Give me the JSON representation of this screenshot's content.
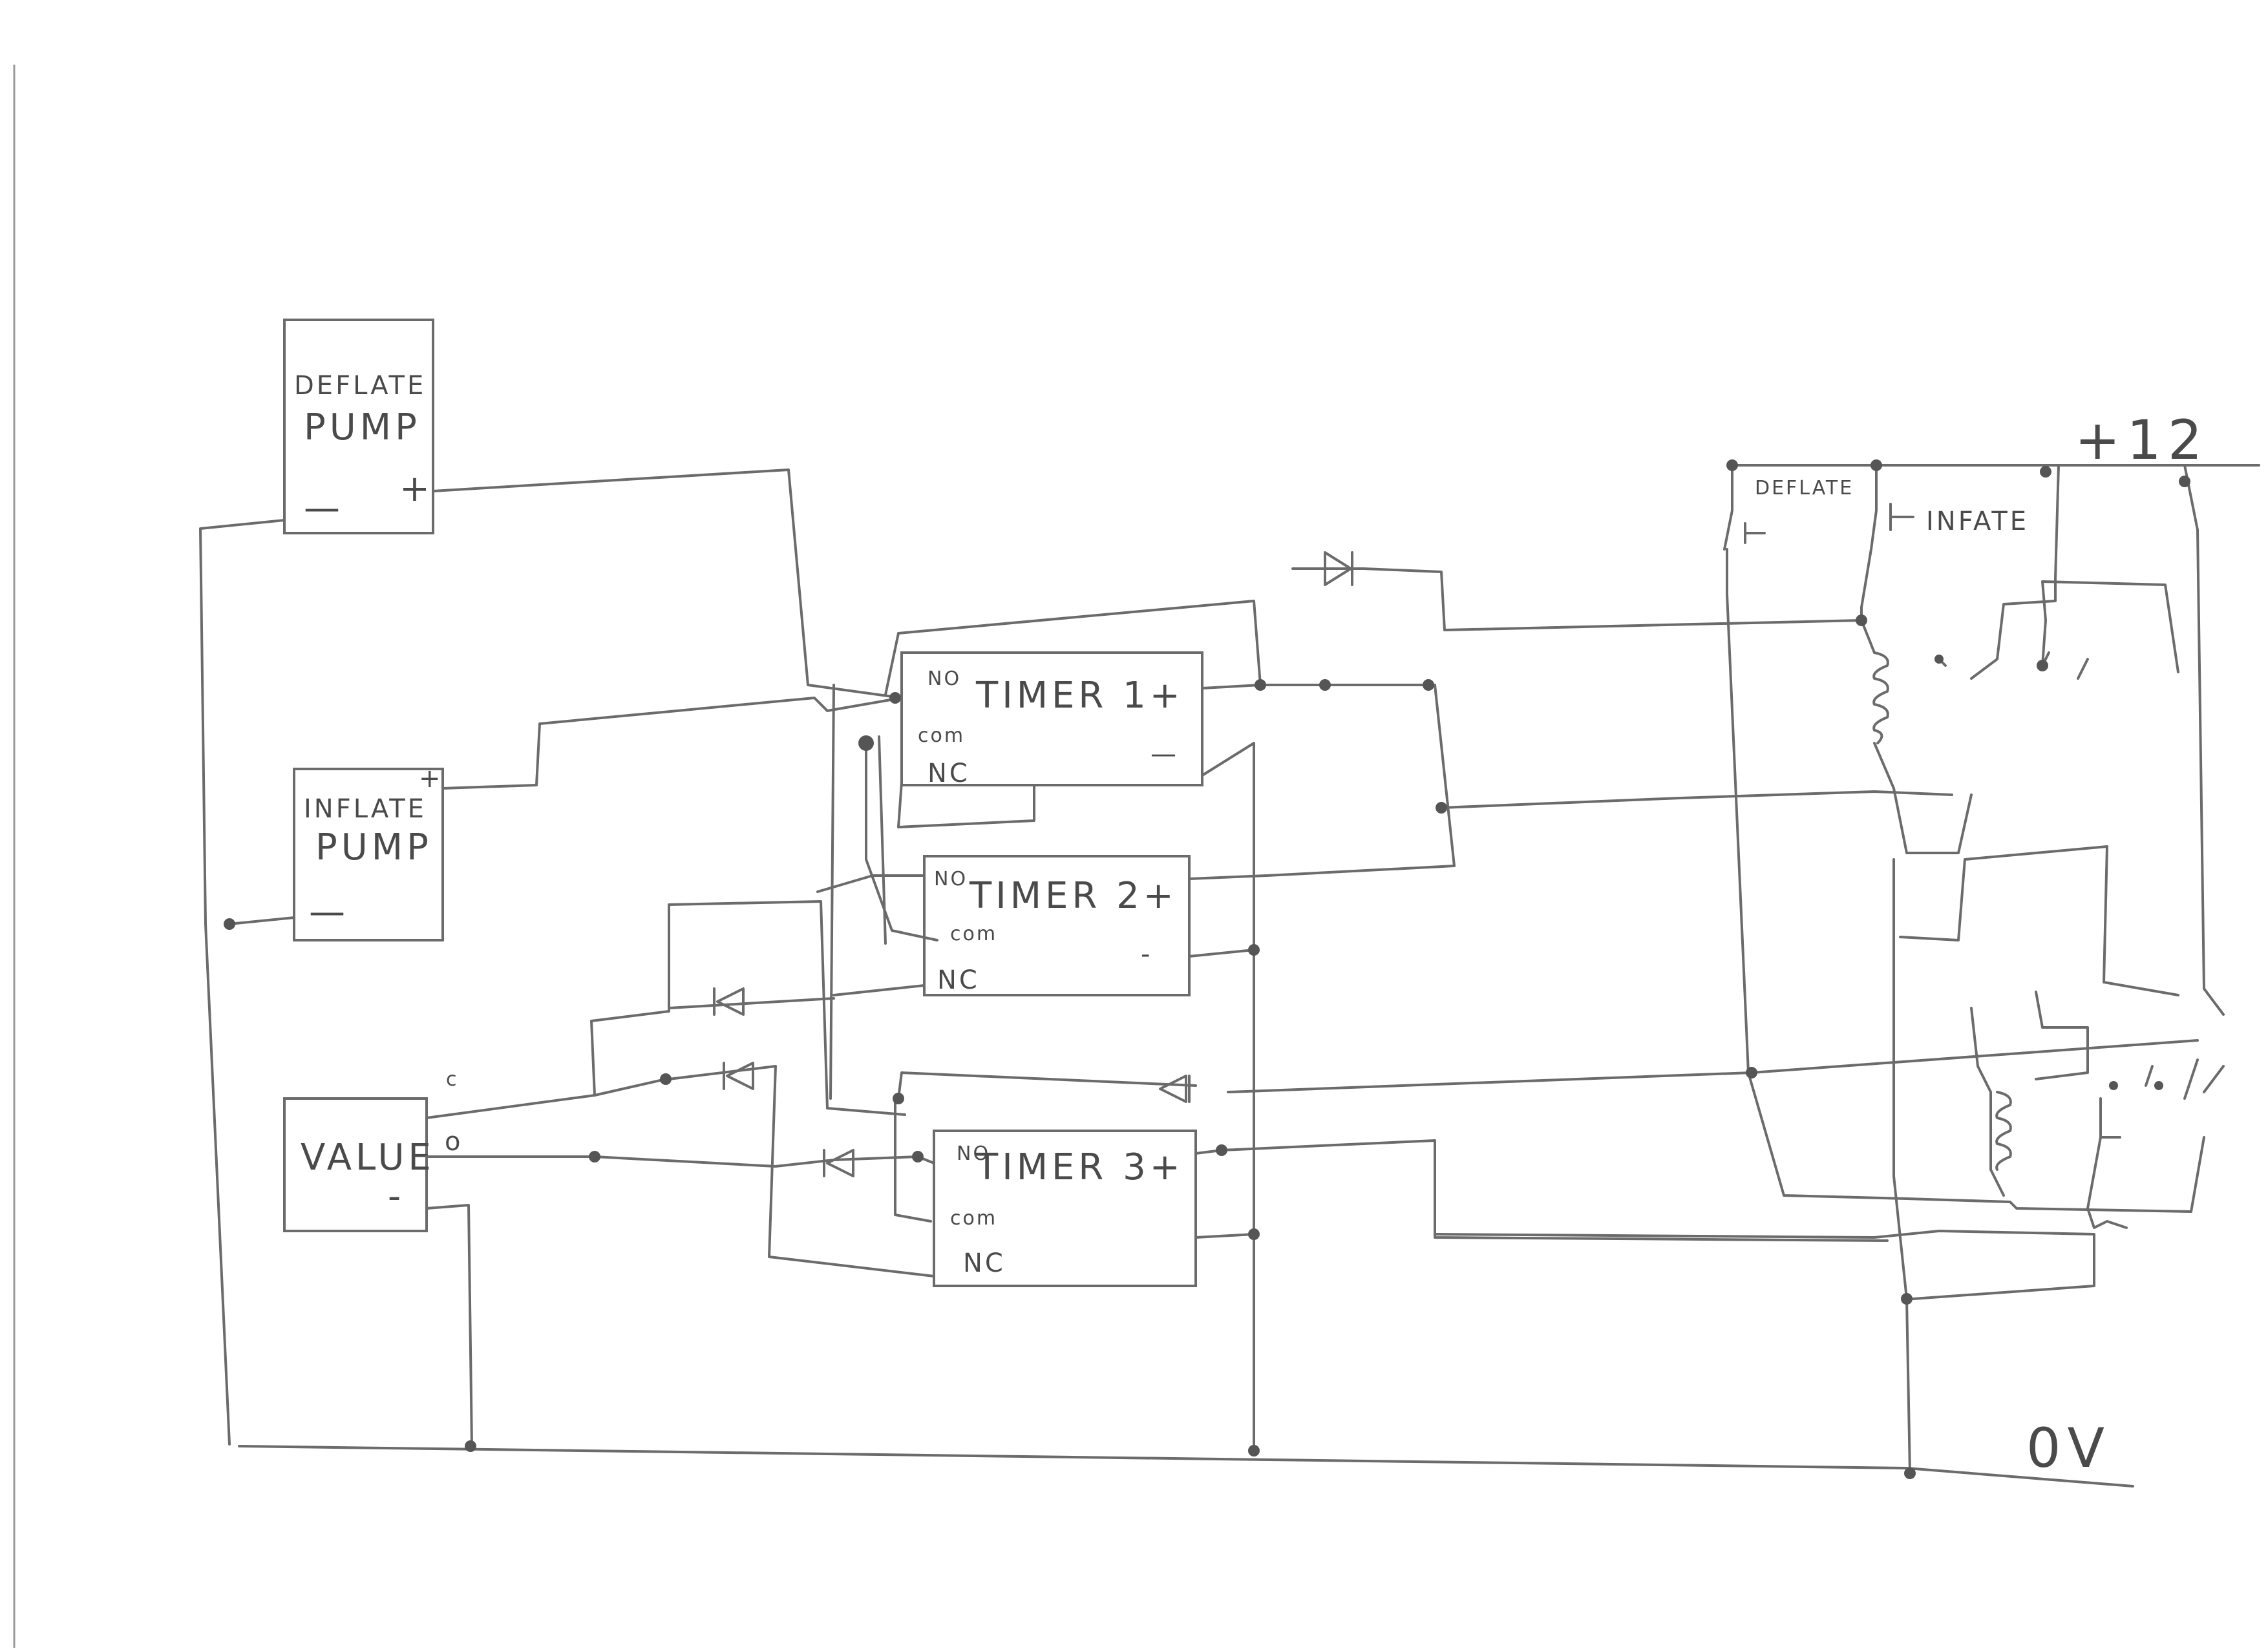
{
  "components": {
    "deflate_pump": {
      "line1": "DEFLATE",
      "line2": "PUMP",
      "minus": "—",
      "plus": "+"
    },
    "inflate_pump": {
      "line1": "INFLATE",
      "line2": "PUMP",
      "plus": "+",
      "minus": "—"
    },
    "valve": {
      "label": "VALUE",
      "c": "c",
      "o": "o",
      "minus": "-"
    },
    "timer1": {
      "title": "TIMER 1+",
      "no": "NO",
      "com": "com",
      "nc": "NC",
      "minus": "—"
    },
    "timer2": {
      "title": "TIMER 2+",
      "no": "NO",
      "com": "com",
      "nc": "NC",
      "minus": "-"
    },
    "timer3": {
      "title": "TIMER 3+",
      "no": "NO",
      "com": "com",
      "nc": "NC"
    }
  },
  "switches": {
    "deflate": "DEFLATE",
    "inflate": "INFATE"
  },
  "rails": {
    "positive": "+12",
    "ground": "0V"
  }
}
